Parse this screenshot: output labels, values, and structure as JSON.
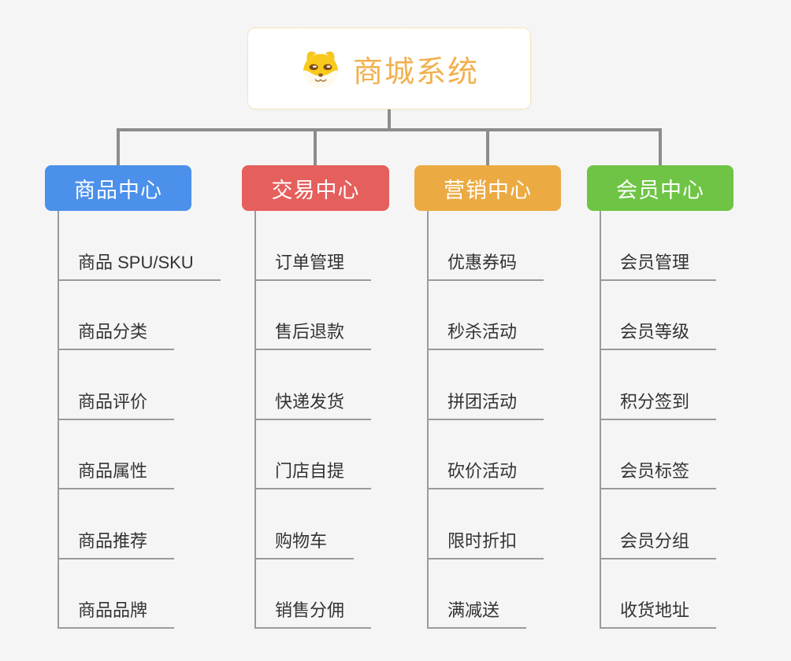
{
  "root": {
    "title": "商城系统",
    "icon": "dog-face-icon",
    "title_color": "#f2b04e"
  },
  "branches": [
    {
      "label": "商品中心",
      "color": "#4b90ea",
      "items": [
        "商品 SPU/SKU",
        "商品分类",
        "商品评价",
        "商品属性",
        "商品推荐",
        "商品品牌"
      ]
    },
    {
      "label": "交易中心",
      "color": "#e55f5c",
      "items": [
        "订单管理",
        "售后退款",
        "快递发货",
        "门店自提",
        "购物车",
        "销售分佣"
      ]
    },
    {
      "label": "营销中心",
      "color": "#ebaa42",
      "items": [
        "优惠券码",
        "秒杀活动",
        "拼团活动",
        "砍价活动",
        "限时折扣",
        "满减送"
      ]
    },
    {
      "label": "会员中心",
      "color": "#6fc445",
      "items": [
        "会员管理",
        "会员等级",
        "积分签到",
        "会员标签",
        "会员分组",
        "收货地址"
      ]
    }
  ],
  "colors": {
    "connector": "#8c8c8c",
    "line": "#9a9a9a",
    "page-bg": "#f5f5f5",
    "root-border": "#f4c87e"
  }
}
